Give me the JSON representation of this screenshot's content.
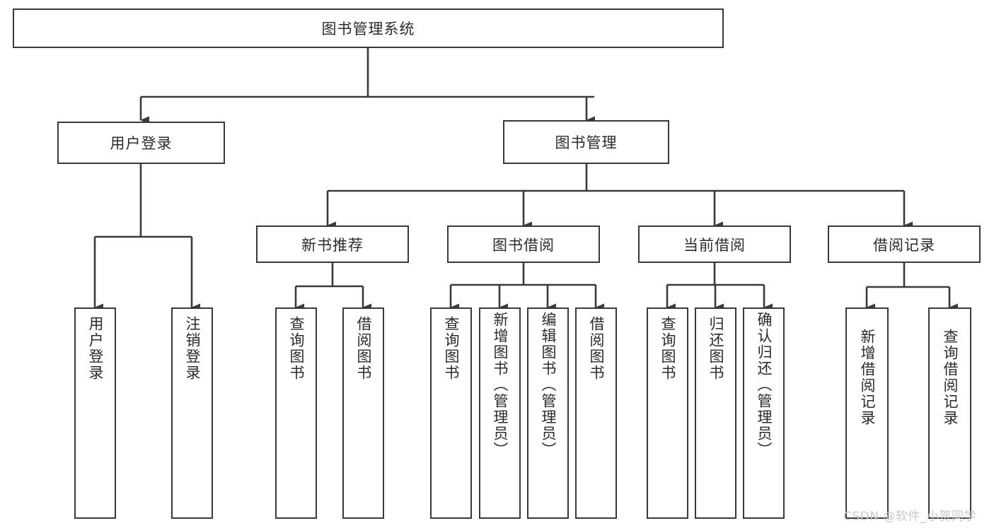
{
  "diagram": {
    "title_node": {
      "label": "图书管理系统"
    },
    "level1": [
      {
        "id": "user-login",
        "label": "用户登录"
      },
      {
        "id": "book-management",
        "label": "图书管理"
      }
    ],
    "level2": [
      {
        "id": "new-book-recommend",
        "label": "新书推荐"
      },
      {
        "id": "book-borrow",
        "label": "图书借阅"
      },
      {
        "id": "current-borrow",
        "label": "当前借阅"
      },
      {
        "id": "borrow-record",
        "label": "借阅记录"
      }
    ],
    "leaves": {
      "user_login": [
        {
          "id": "leaf-user-login",
          "label": "用户登录"
        },
        {
          "id": "leaf-logout-login",
          "label": "注销登录"
        }
      ],
      "new_book_recommend": [
        {
          "id": "leaf-query-book-1",
          "label": "查询图书"
        },
        {
          "id": "leaf-borrow-book-1",
          "label": "借阅图书"
        }
      ],
      "book_borrow": [
        {
          "id": "leaf-query-book-2",
          "label": "查询图书"
        },
        {
          "id": "leaf-add-book",
          "label": "新增图书（管理员）"
        },
        {
          "id": "leaf-edit-book",
          "label": "编辑图书（管理员）"
        },
        {
          "id": "leaf-borrow-book-2",
          "label": "借阅图书"
        }
      ],
      "current_borrow": [
        {
          "id": "leaf-query-book-3",
          "label": "查询图书"
        },
        {
          "id": "leaf-return-book",
          "label": "归还图书"
        },
        {
          "id": "leaf-confirm-return",
          "label": "确认归还（管理员）"
        }
      ],
      "borrow_record": [
        {
          "id": "leaf-add-record",
          "label": "新增借阅记录"
        },
        {
          "id": "leaf-query-record",
          "label": "查询借阅记录"
        }
      ]
    }
  },
  "watermark": {
    "text": "CSDN @软件_小贺同学"
  },
  "colors": {
    "stroke": "#3a3a3a",
    "text": "#2b2b2b",
    "background": "#ffffff",
    "watermark": "#c9c9c9"
  }
}
